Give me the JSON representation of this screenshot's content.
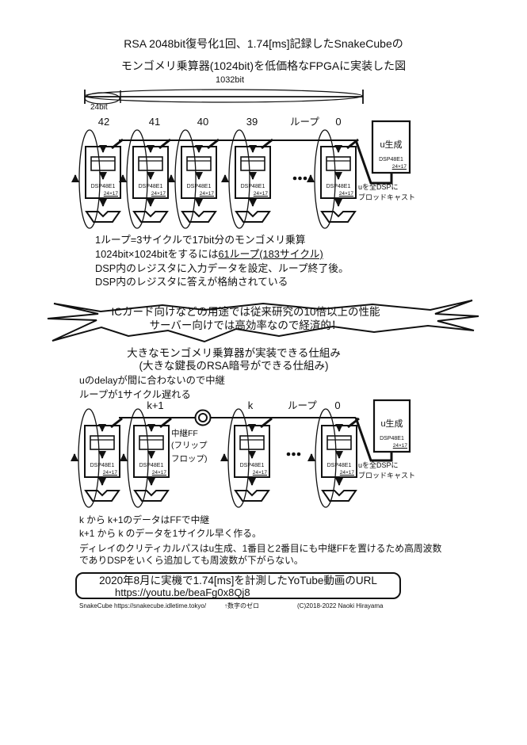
{
  "title": {
    "line1": "RSA 2048bit復号化1回、1.74[ms]記録したSnakeCubeの",
    "line2": "モンゴメリ乗算器(1024bit)を低価格なFPGAに実装した図"
  },
  "dimension": {
    "total": "1032bit",
    "segment": "24bit"
  },
  "dsp": {
    "chip": "DSP48E1",
    "size": "24×17"
  },
  "ugen": {
    "label": "u生成",
    "broadcast1": "uを全DSPに",
    "broadcast2": "ブロッドキャスト"
  },
  "diagram1": {
    "loop_labels": [
      "42",
      "41",
      "40",
      "39"
    ],
    "loop_word": "ループ",
    "zero": "0",
    "note1": "1ループ=3サイクルで17bit分のモンゴメリ乗算",
    "note2_prefix": "1024bit×1024bitをするには",
    "note2_underline": "61ループ(183サイクル)",
    "note3": "DSP内のレジスタに入力データを設定、ループ終了後。",
    "note4": "DSP内のレジスタに答えが格納されている"
  },
  "banner": {
    "line1": "ICカード向けなどの用途では従来研究の10倍以上の性能",
    "line2": "サーバー向けでは高効率なので経済的！"
  },
  "mechanism": {
    "line1": "大きなモンゴメリ乗算器が実装できる仕組み",
    "line2": "(大きな鍵長のRSA暗号ができる仕組み)"
  },
  "diagram2": {
    "note_top1": "uのdelayが間に合わないので中継",
    "note_top2": "ループが1サイクル遅れる",
    "label_k_plus_1": "k+1",
    "label_k": "k",
    "loop_word": "ループ",
    "zero": "0",
    "ff_line1": "中継FF",
    "ff_line2": "(フリップ",
    "ff_line3": "フロップ)",
    "note1": "k から k+1のデータはFFで中継",
    "note2": "k+1 から k のデータを1サイクル早く作る。",
    "note3": "ディレイのクリティカルパスはu生成、1番目と2番目にも中継FFを置けるため高周波数",
    "note4": "でありDSPをいくら追加しても周波数が下がらない。"
  },
  "url_box": {
    "line1": "2020年8月に実機で1.74[ms]を計測したYoTube動画のURL",
    "line2": "https://youtu.be/beaFg0x8Qj8"
  },
  "footer": {
    "left": "SnakeCube https://snakecube.idletime.tokyo/",
    "mid": "↑数字のゼロ",
    "right": "(C)2018-2022 Naoki Hirayama"
  }
}
